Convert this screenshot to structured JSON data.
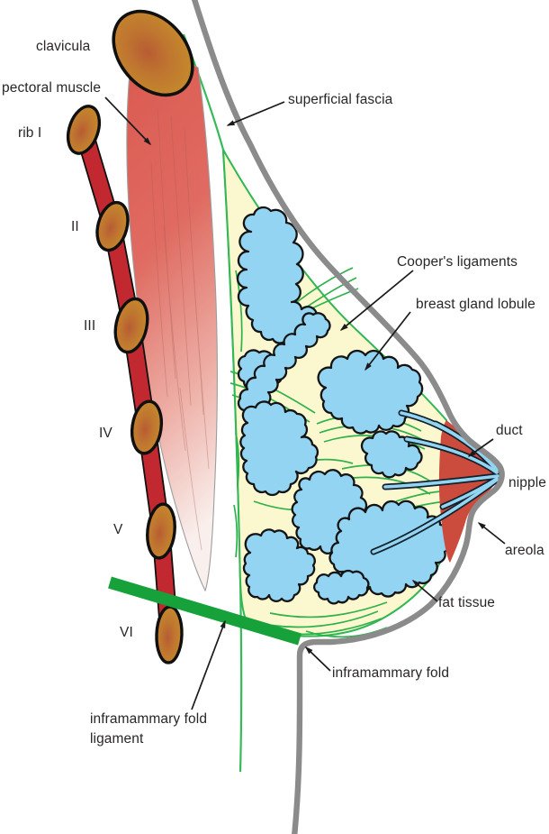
{
  "diagram": {
    "labels": {
      "clavicula": "clavicula",
      "pectoral_muscle": "pectoral muscle",
      "rib_1": "rib I",
      "rib_2": "II",
      "rib_3": "III",
      "rib_4": "IV",
      "rib_5": "V",
      "rib_6": "VI",
      "superficial_fascia": "superficial fascia",
      "coopers_ligaments": "Cooper's ligaments",
      "breast_gland_lobule": "breast gland lobule",
      "duct": "duct",
      "nipple": "nipple",
      "areola": "areola",
      "fat_tissue": "fat tissue",
      "inframammary_fold": "inframammary fold",
      "inframammary_fold_ligament": "inframammary fold ligament"
    },
    "colors": {
      "bone": "#c4862c",
      "bone_blotch": "#b85c33",
      "rib_band": "#c1282f",
      "muscle": "#dd5750",
      "fat": "#fbf8cf",
      "gland_lobule": "#92d4f2",
      "fascia_green": "#36bb58",
      "fold_ligament_green": "#16a13a",
      "areola_red": "#cb4b3c",
      "skin_gray": "#8b8b8b",
      "outline_black": "#141414"
    }
  }
}
